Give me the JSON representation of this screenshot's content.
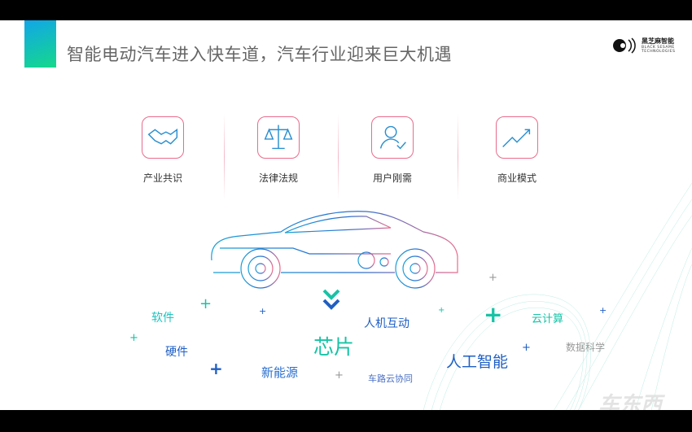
{
  "title": "智能电动汽车进入快车道，汽车行业迎来巨大机遇",
  "logo": {
    "name": "黑芝麻智能",
    "sub1": "BLACK SESAME",
    "sub2": "TECHNOLOGIES"
  },
  "pillars": [
    {
      "label": "产业共识",
      "icon": "handshake-icon"
    },
    {
      "label": "法律法规",
      "icon": "scales-icon"
    },
    {
      "label": "用户刚需",
      "icon": "user-check-icon"
    },
    {
      "label": "商业模式",
      "icon": "trend-up-icon"
    }
  ],
  "keywords": {
    "software": "软件",
    "hardware": "硬件",
    "new_energy": "新能源",
    "chip": "芯片",
    "hmi": "人机互动",
    "v2x": "车路云协同",
    "ai": "人工智能",
    "cloud": "云计算",
    "data_science": "数据科学"
  },
  "colors": {
    "teal": "#17c3a6",
    "blue": "#1f5fc4",
    "gray": "#999999",
    "pink": "#e96c8c"
  },
  "watermark": "车东西"
}
